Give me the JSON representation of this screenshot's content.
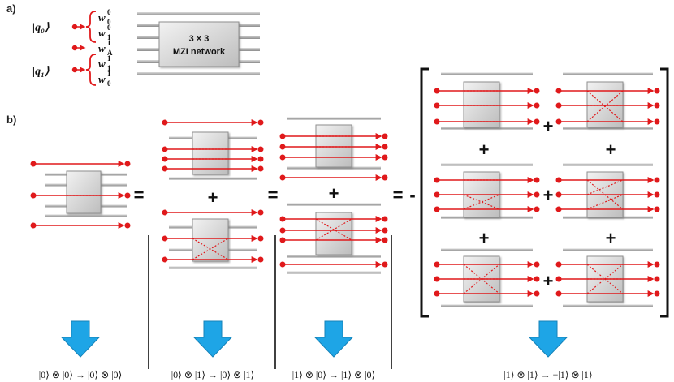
{
  "panel_a": {
    "label": "a)",
    "qubits": [
      "|q₀⟩",
      "|q₁⟩"
    ],
    "q0_modes": [
      {
        "w": "w",
        "sub": "0",
        "sup": "0"
      },
      {
        "w": "w",
        "sub": "1",
        "sup": "0"
      }
    ],
    "ancilla_mode": {
      "w": "w",
      "sub": "A",
      "sup": "1"
    },
    "q1_modes": [
      {
        "w": "w",
        "sub": "1",
        "sup": "1"
      },
      {
        "w": "w",
        "sub": "0",
        "sup": "1"
      }
    ],
    "network_line1": "3 × 3",
    "network_line2": "MZI network"
  },
  "panel_b": {
    "label": "b)",
    "operators": {
      "equals": "=",
      "plus": "+",
      "minus": "-"
    },
    "results": [
      "|0⟩ ⊗ |0⟩ → |0⟩ ⊗ |0⟩",
      "|0⟩ ⊗ |1⟩ → |0⟩ ⊗ |1⟩",
      "|1⟩ ⊗ |0⟩ → |1⟩ ⊗ |0⟩",
      "|1⟩ ⊗ |1⟩ → −|1⟩ ⊗ |1⟩"
    ]
  },
  "colors": {
    "photon": "#e0191b",
    "arrow": "#1ea5e6",
    "waveguide": "#a6a6a6",
    "box": "#d4d4d4"
  }
}
